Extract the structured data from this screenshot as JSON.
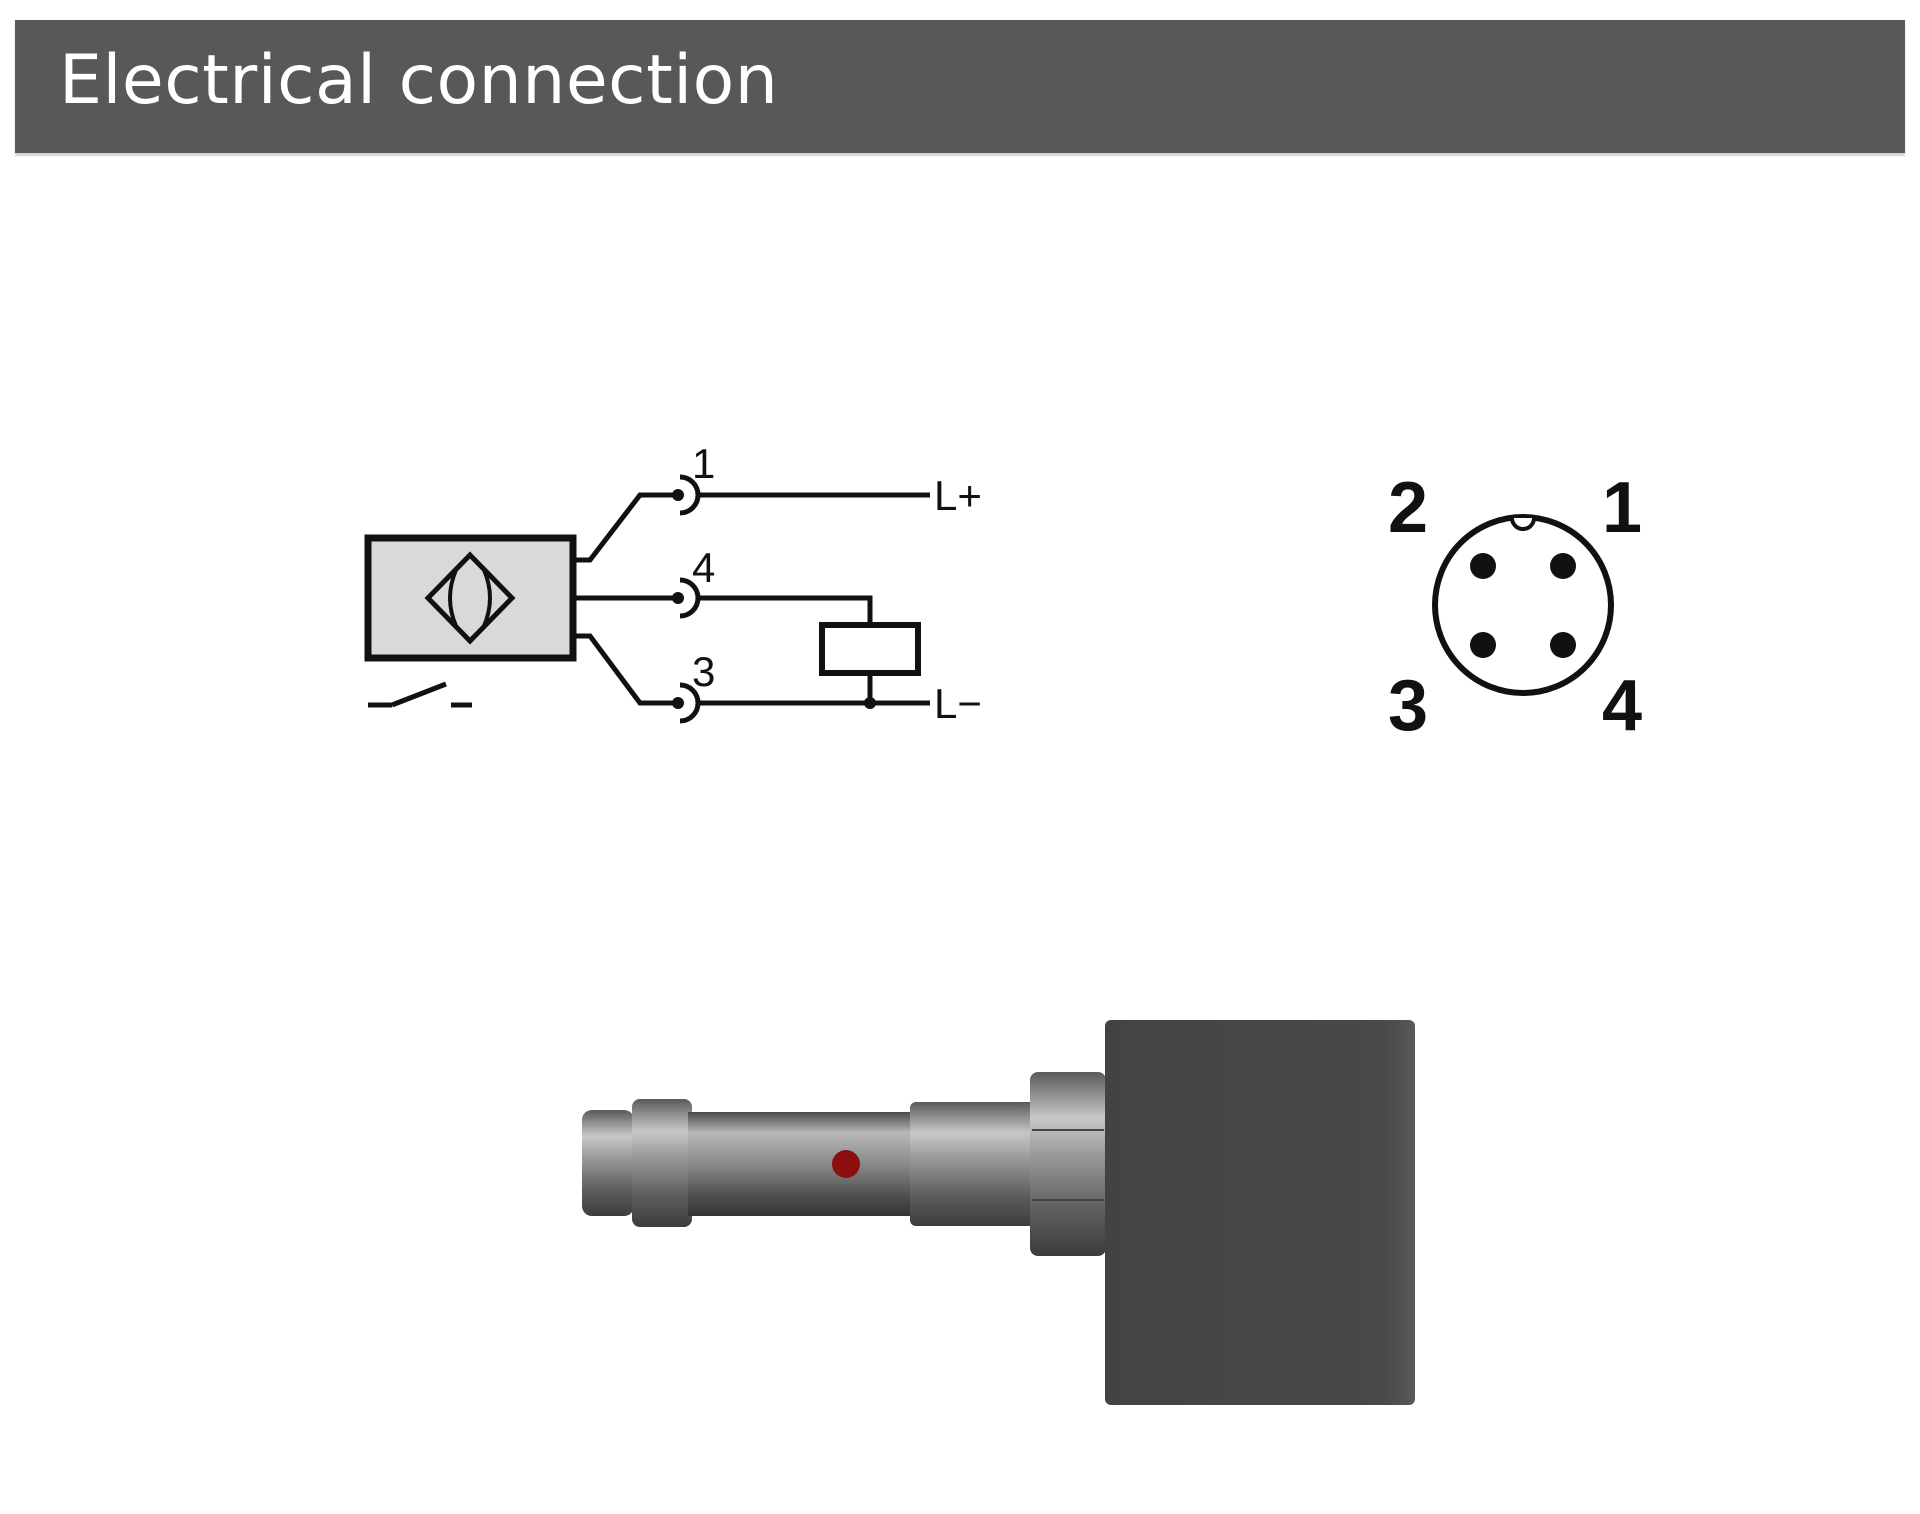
{
  "header": {
    "title": "Electrical connection"
  },
  "wiring": {
    "terminals": [
      {
        "pin": "1",
        "signal": "L+"
      },
      {
        "pin": "4",
        "signal": ""
      },
      {
        "pin": "3",
        "signal": "L−"
      }
    ]
  },
  "connector": {
    "pins": [
      {
        "id": "2"
      },
      {
        "id": "1"
      },
      {
        "id": "3"
      },
      {
        "id": "4"
      }
    ]
  },
  "colors": {
    "header_background": "#585858",
    "header_text": "#ffffff",
    "sensor_box_fill": "#d9d9d9",
    "housing": "#474644",
    "led": "#8b0f0f"
  },
  "icons": {
    "sensor_symbol": "inductive-sensor-icon",
    "contact": "normally-open-contact-icon",
    "load": "load-relay-icon",
    "connector": "m8-connector-face-icon",
    "product": "sensor-product-image"
  }
}
